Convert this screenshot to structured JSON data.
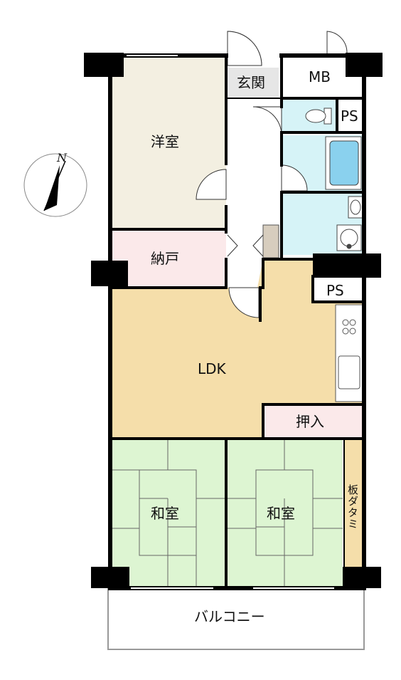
{
  "compass": {
    "north": "N"
  },
  "rooms": {
    "youshitsu": "洋室",
    "nando": "納戸",
    "genkan": "玄関",
    "mb": "MB",
    "ps_top": "PS",
    "ps_mid": "PS",
    "ldk": "LDK",
    "oshiire": "押入",
    "washitsu_left": "和室",
    "washitsu_right": "和室",
    "itadatami": "板ダタミ",
    "balcony": "バルコニー"
  },
  "colors": {
    "youshitsu": "#f3efe1",
    "nando": "#fbe9ea",
    "ldk": "#f5deaa",
    "oshiire": "#fbe9ea",
    "tatami": "#ddf5d2",
    "itadatami": "#f5deaa",
    "wet": "#d6f3f7",
    "genkan": "#e6e6e6",
    "wall": "#000000"
  }
}
